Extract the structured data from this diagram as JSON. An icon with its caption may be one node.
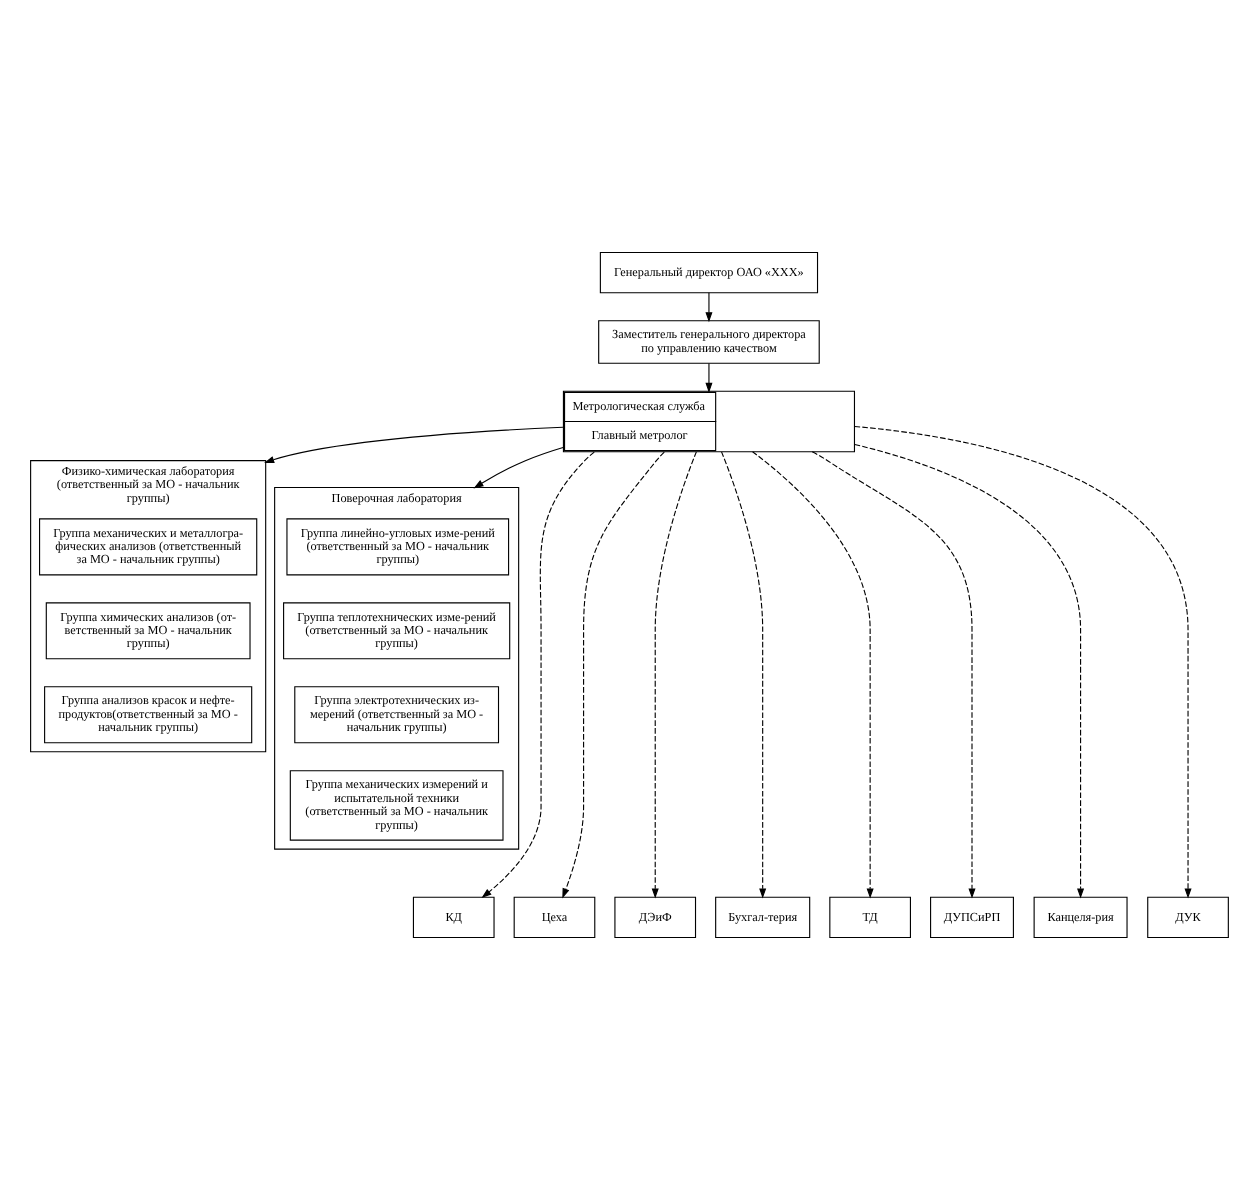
{
  "diagram": {
    "nodes": [
      {
        "text": [
          "Генеральный директор ОАО «XXX»"
        ]
      },
      {
        "text": [
          "Заместитель генерального директора по управлению качеством"
        ]
      },
      {
        "text": [
          "Метрологическая служба",
          "Главный метролог"
        ]
      },
      {
        "text": [
          "Физико-химическая лаборатория (ответственный за МО - начальник группы)"
        ]
      },
      {
        "text": [
          "Группа механических и металлогра-фических анализов (ответственный за МО - начальник группы)"
        ],
        "in": 3
      },
      {
        "text": [
          "Группа химических анализов (от-ветственный за МО - начальник группы)"
        ],
        "in": 3
      },
      {
        "text": [
          "Группа анализов красок и нефте-продуктов(ответственный за МО - начальник группы)"
        ],
        "in": 3
      },
      {
        "text": [
          "Поверочная лаборатория"
        ]
      },
      {
        "text": [
          "Группа линейно-угловых изме-рений (ответственный за МО - начальник группы)"
        ],
        "in": 7
      },
      {
        "text": [
          "Группа теплотехнических изме-рений (ответственный за МО - начальник группы)"
        ],
        "in": 7
      },
      {
        "text": [
          "Группа электротехнических из-мерений (ответственный за МО - начальник группы)"
        ],
        "in": 7
      },
      {
        "text": [
          "Группа механических измерений и испытательной техники (ответственный за МО - начальник группы)"
        ],
        "in": 7
      },
      {
        "text": [
          "КД"
        ]
      },
      {
        "text": [
          "Цеха"
        ]
      },
      {
        "text": [
          "ДЭиФ"
        ]
      },
      {
        "text": [
          "Бухгал-терия"
        ]
      },
      {
        "text": [
          "ТД"
        ]
      },
      {
        "text": [
          "ДУПСиРП"
        ]
      },
      {
        "text": [
          "Канцеля-рия"
        ]
      },
      {
        "text": [
          "ДУК"
        ]
      }
    ],
    "edges": [
      {
        "from": 0,
        "to": 1,
        "arrow": "to"
      },
      {
        "from": 1,
        "to": 2,
        "arrow": "to"
      },
      {
        "from": 2,
        "to": 3,
        "arrow": "to"
      },
      {
        "from": 2,
        "to": 7,
        "arrow": "to"
      },
      {
        "from": 2,
        "to": 12,
        "arrow": "to",
        "style": "dashed"
      },
      {
        "from": 2,
        "to": 13,
        "arrow": "to",
        "style": "dashed"
      },
      {
        "from": 2,
        "to": 14,
        "arrow": "to",
        "style": "dashed"
      },
      {
        "from": 2,
        "to": 15,
        "arrow": "to",
        "style": "dashed"
      },
      {
        "from": 2,
        "to": 16,
        "arrow": "to",
        "style": "dashed"
      },
      {
        "from": 2,
        "to": 17,
        "arrow": "to",
        "style": "dashed"
      },
      {
        "from": 2,
        "to": 18,
        "arrow": "to",
        "style": "dashed"
      },
      {
        "from": 2,
        "to": 19,
        "arrow": "to",
        "style": "dashed"
      }
    ]
  }
}
